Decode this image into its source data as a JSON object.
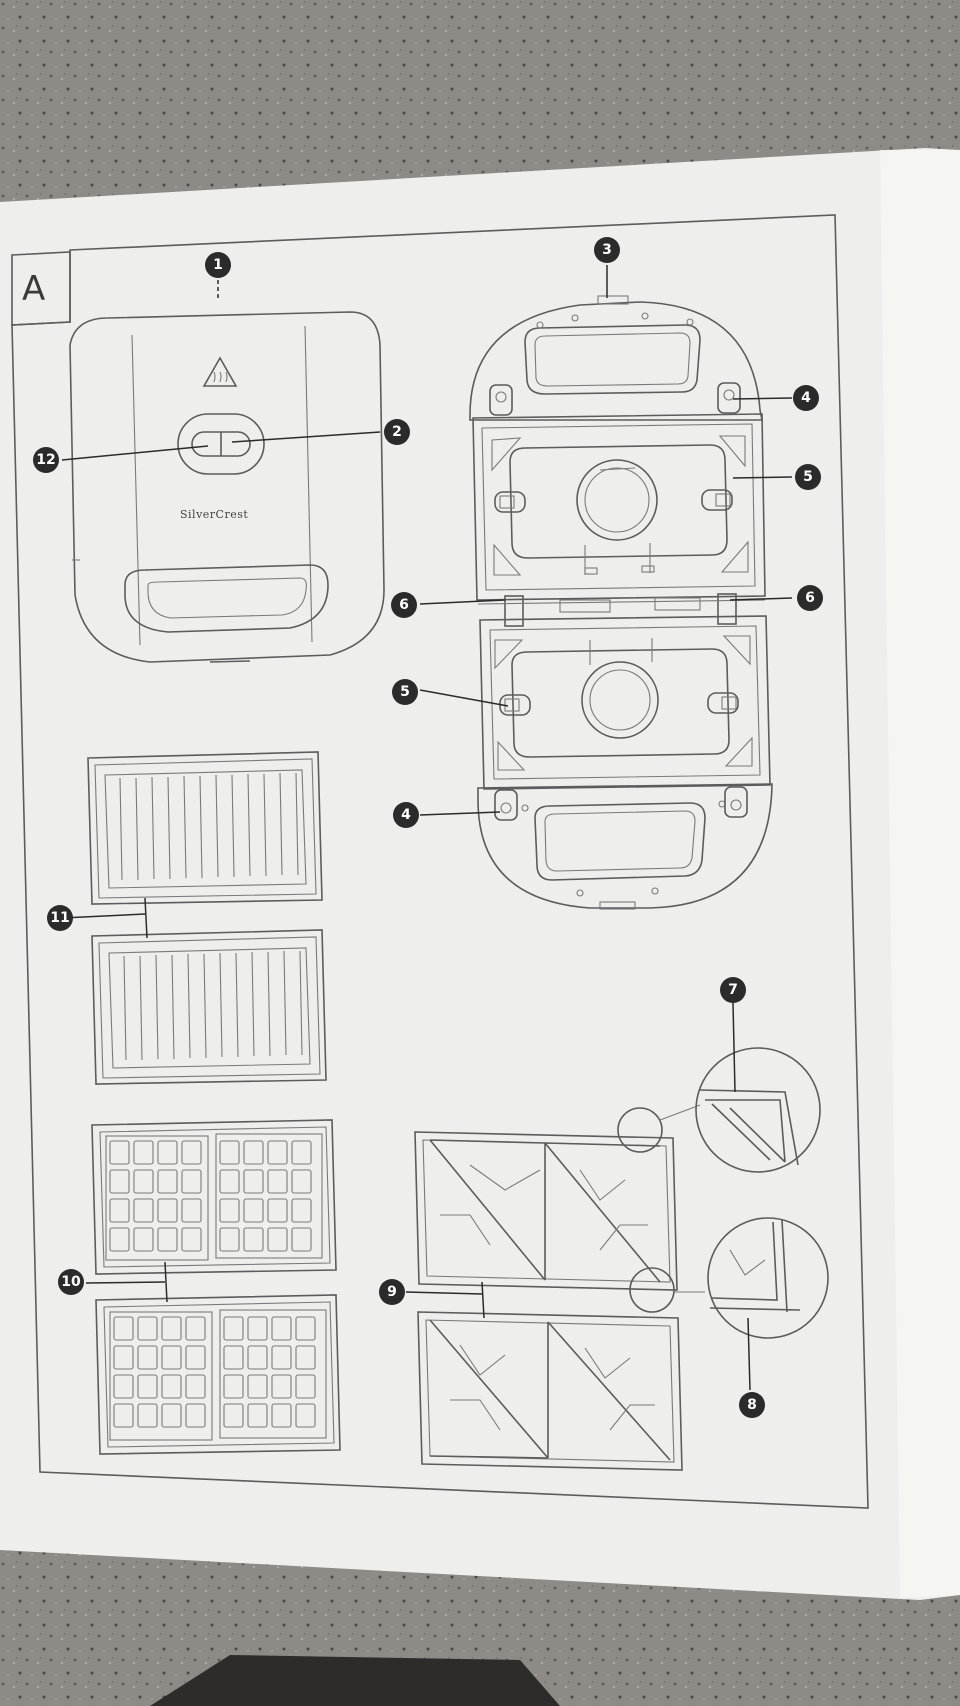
{
  "panel_label": "A",
  "brand": "SilverCrest",
  "callouts": {
    "c1": "1",
    "c2": "2",
    "c3": "3",
    "c4": "4",
    "c4b": "4",
    "c5": "5",
    "c5b": "5",
    "c6": "6",
    "c6b": "6",
    "c7": "7",
    "c8": "8",
    "c9": "9",
    "c10": "10",
    "c11": "11",
    "c12": "12"
  },
  "colors": {
    "countertop": "#8e8a86",
    "paper": "#eeeeec",
    "line": "#5c5c5c",
    "callout": "#2b2b2b"
  }
}
